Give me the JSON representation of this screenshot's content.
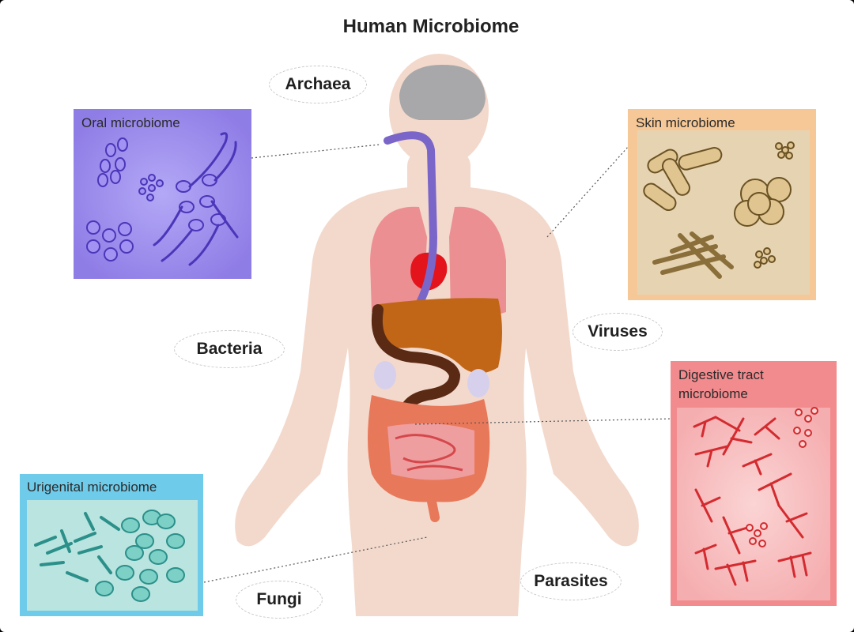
{
  "title": "Human Microbiome",
  "categories": {
    "archaea": "Archaea",
    "bacteria": "Bacteria",
    "viruses": "Viruses",
    "fungi": "Fungi",
    "parasites": "Parasites"
  },
  "panels": {
    "oral": {
      "label": "Oral microbiome",
      "color": "#9d8cf0"
    },
    "skin": {
      "label": "Skin microbiome",
      "color": "#f6c897"
    },
    "digestive": {
      "label_line1": "Digestive tract",
      "label_line2": "microbiome",
      "color": "#f28b8e"
    },
    "urigenital": {
      "label": "Urigenital microbiome",
      "color": "#7ed1ea"
    }
  },
  "colors": {
    "body": "#f3d9cc",
    "brain": "#a8a8aa",
    "lungs": "#ec8f92",
    "heart": "#e3141c",
    "liver": "#c06616",
    "intestine": "#e8785a",
    "esophagus": "#7a66c8"
  }
}
